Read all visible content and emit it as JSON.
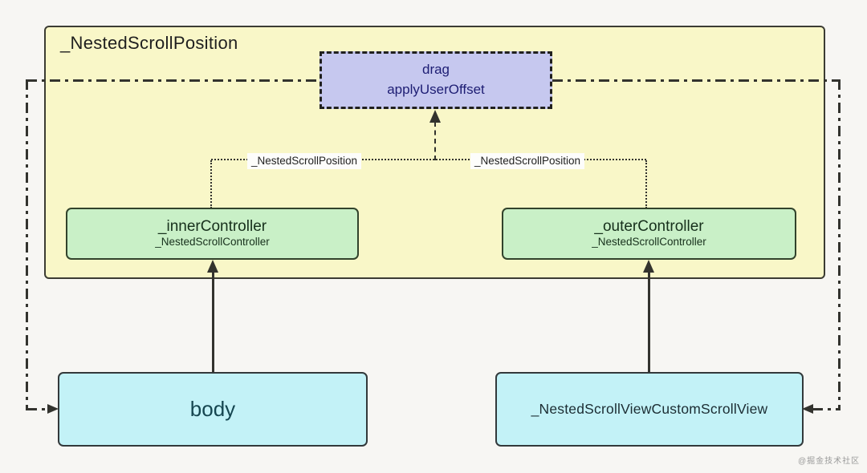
{
  "diagram": {
    "container": {
      "title": "_NestedScrollPosition"
    },
    "drag_box": {
      "line1": "drag",
      "line2": "applyUserOffset"
    },
    "inner_controller": {
      "title": "_innerController",
      "subtitle": "_NestedScrollController"
    },
    "outer_controller": {
      "title": "_outerController",
      "subtitle": "_NestedScrollController"
    },
    "body_box": {
      "label": "body"
    },
    "custom_scroll_view_box": {
      "label": "_NestedScrollViewCustomScrollView"
    },
    "edge_labels": {
      "left": "_NestedScrollPosition",
      "right": "_NestedScrollPosition"
    },
    "watermark": "@掘金技术社区",
    "colors": {
      "background": "#f7f6f3",
      "container_fill": "#f9f7c8",
      "drag_fill": "#c6c8ef",
      "drag_text": "#1d1d73",
      "controller_fill": "#c9f0c7",
      "controller_text": "#17301c",
      "view_fill": "#c3f2f7",
      "body_text": "#154650",
      "line": "#33332e"
    }
  }
}
